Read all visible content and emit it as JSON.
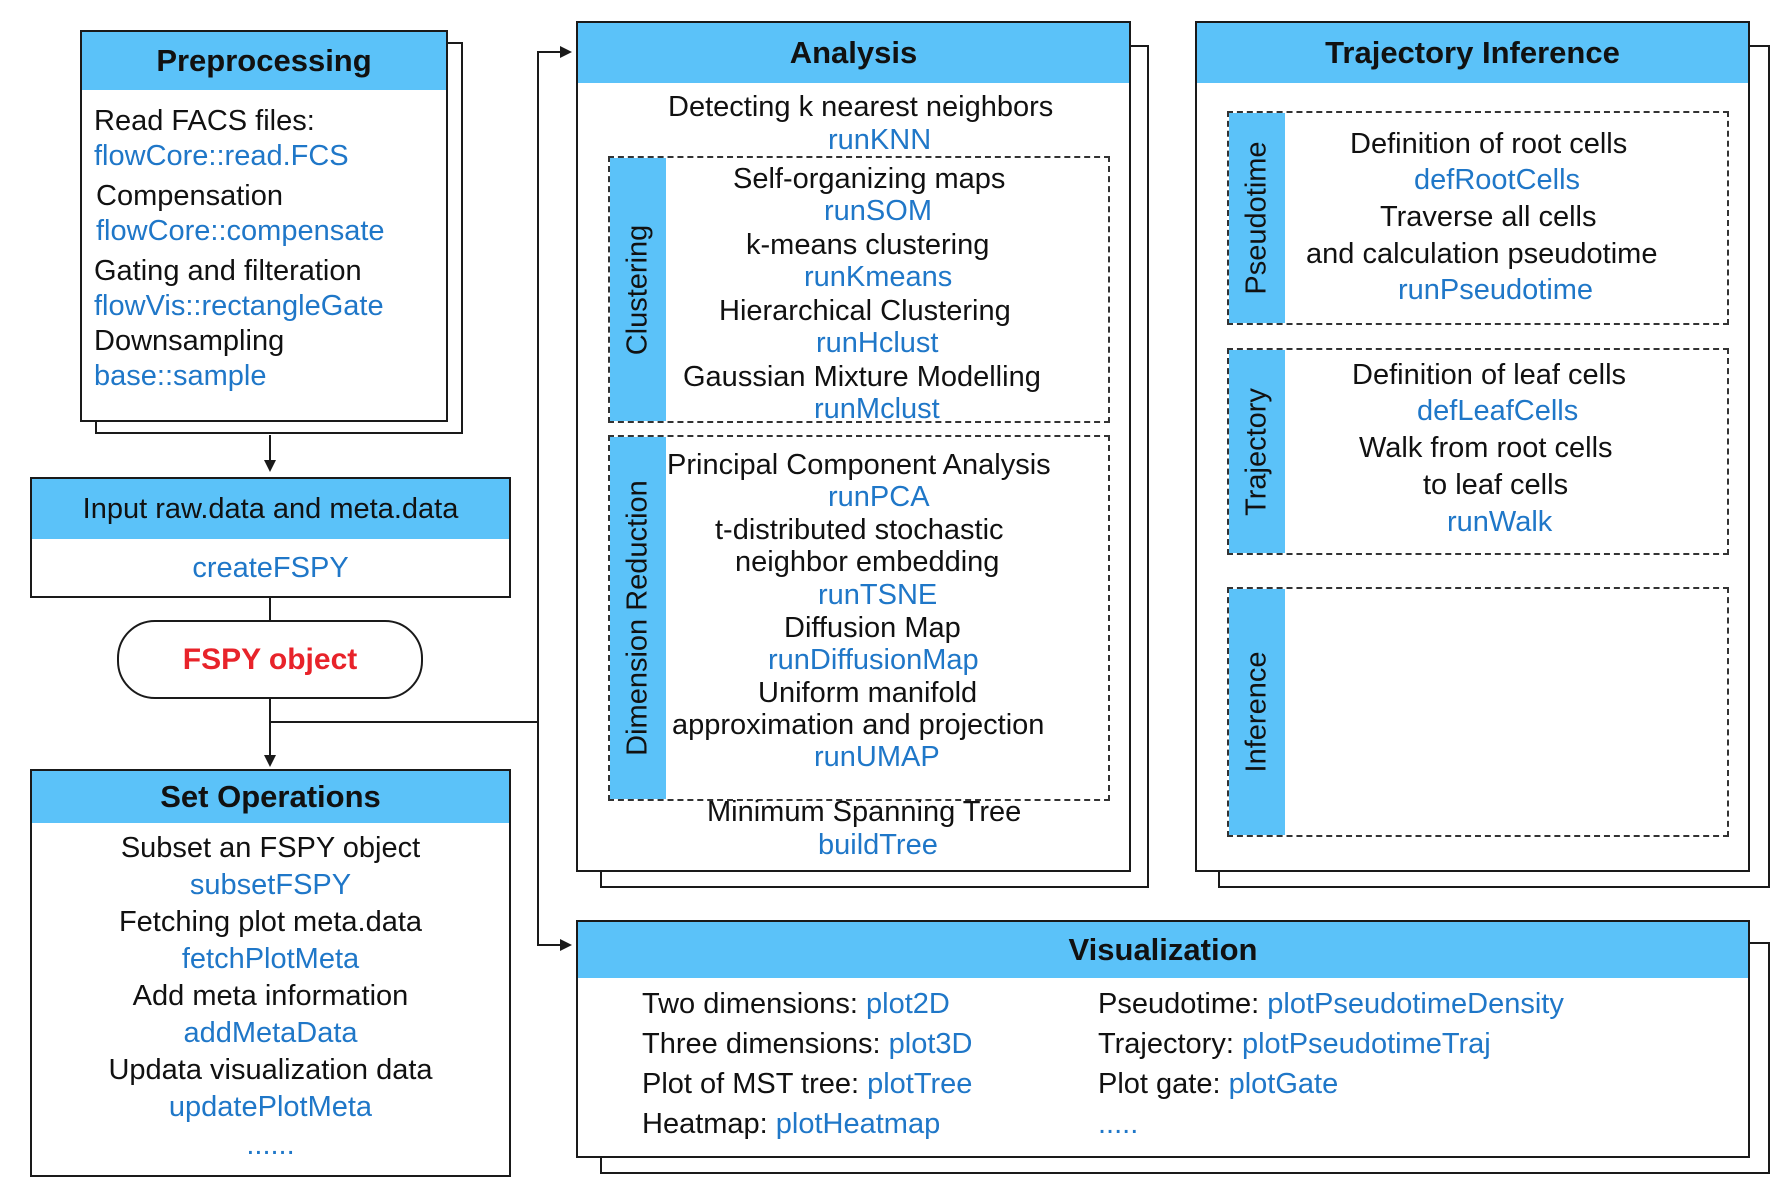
{
  "preprocessing": {
    "title": "Preprocessing",
    "lines": [
      {
        "text": "Read FACS files:",
        "func": "flowCore::read.FCS"
      },
      {
        "text": "Compensation",
        "func": "flowCore::compensate"
      },
      {
        "text": "Gating and filteration",
        "func": "flowVis::rectangleGate"
      },
      {
        "text": "Downsampling",
        "func": "base::sample"
      }
    ]
  },
  "input": {
    "title": "Input raw.data and meta.data",
    "func": "createFSPY"
  },
  "object": {
    "label": "FSPY object"
  },
  "set_operations": {
    "title": "Set Operations",
    "items": [
      {
        "text": "Subset an FSPY object",
        "func": "subsetFSPY"
      },
      {
        "text": "Fetching plot meta.data",
        "func": "fetchPlotMeta"
      },
      {
        "text": "Add meta information",
        "func": "addMetaData"
      },
      {
        "text": "Updata visualization data",
        "func": "updatePlotMeta"
      }
    ],
    "more": "......"
  },
  "analysis": {
    "title": "Analysis",
    "knn": {
      "text": "Detecting k nearest neighbors",
      "func": "runKNN"
    },
    "clustering": {
      "label": "Clustering",
      "items": [
        {
          "text": "Self-organizing maps",
          "func": "runSOM"
        },
        {
          "text": "k-means clustering",
          "func": "runKmeans"
        },
        {
          "text": "Hierarchical Clustering",
          "func": "runHclust"
        },
        {
          "text": "Gaussian Mixture Modelling",
          "func": "runMclust"
        }
      ]
    },
    "dimred": {
      "label": "Dimension Reduction",
      "pca": {
        "text": "Principal Component Analysis",
        "func": "runPCA"
      },
      "tsne": {
        "line1": "t-distributed stochastic",
        "line2": "neighbor embedding",
        "func": "runTSNE"
      },
      "dm": {
        "text": "Diffusion Map",
        "func": "runDiffusionMap"
      },
      "umap": {
        "line1": "Uniform manifold",
        "line2": "approximation and projection",
        "func": "runUMAP"
      }
    },
    "mst": {
      "text": "Minimum Spanning Tree",
      "func": "buildTree"
    }
  },
  "trajectory": {
    "title": "Trajectory Inference",
    "pseudotime": {
      "label": "Pseudotime",
      "l1": "Definition of root cells",
      "f1": "defRootCells",
      "l2": "Traverse all cells",
      "l3": "and calculation pseudotime",
      "f2": "runPseudotime"
    },
    "traj": {
      "label": "Trajectory",
      "l1": "Definition of leaf cells",
      "f1": "defLeafCells",
      "l2": "Walk from root cells",
      "l3": "to leaf cells",
      "f2": "runWalk"
    },
    "inference": {
      "label": "Inference"
    }
  },
  "visualization": {
    "title": "Visualization",
    "left": [
      {
        "label": "Two dimensions: ",
        "func": "plot2D"
      },
      {
        "label": "Three dimensions: ",
        "func": "plot3D"
      },
      {
        "label": "Plot of MST tree: ",
        "func": "plotTree"
      },
      {
        "label": "Heatmap: ",
        "func": "plotHeatmap"
      }
    ],
    "right": [
      {
        "label": "Pseudotime: ",
        "func": "plotPseudotimeDensity"
      },
      {
        "label": "Trajectory: ",
        "func": "plotPseudotimeTraj"
      },
      {
        "label": "Plot gate: ",
        "func": "plotGate"
      }
    ],
    "more": "....."
  },
  "colors": {
    "header": "#5bc2f9",
    "func": "#1f77c8",
    "object": "#e8232a"
  }
}
